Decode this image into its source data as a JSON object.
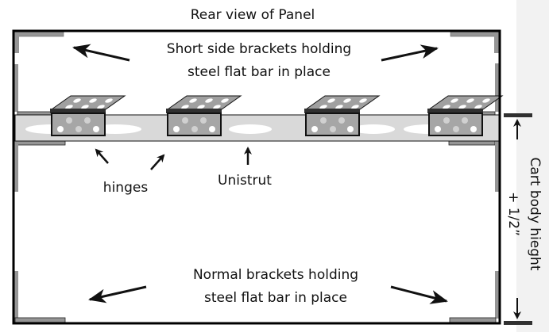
{
  "title": "Rear view of Panel",
  "labels": {
    "short_side_line1": "Short side brackets holding",
    "short_side_line2": "steel flat bar in place",
    "hinges": "hinges",
    "unistrut": "Unistrut",
    "normal_line1": "Normal brackets holding",
    "normal_line2": "steel flat bar in place",
    "dimension_line1": "Cart body hieght",
    "dimension_line2": "+ 1/2”"
  },
  "colors": {
    "frame": "#000000",
    "bracket": "#959595",
    "unistrut": "#d9d9d9",
    "unistrut_slot": "#ffffff",
    "hinge_body": "#a6a6a6",
    "hinge_top": "#303030",
    "hinge_leaf": "#a0a0a0",
    "margin_bg": "#f2f2f2"
  },
  "hinge_count": 4
}
